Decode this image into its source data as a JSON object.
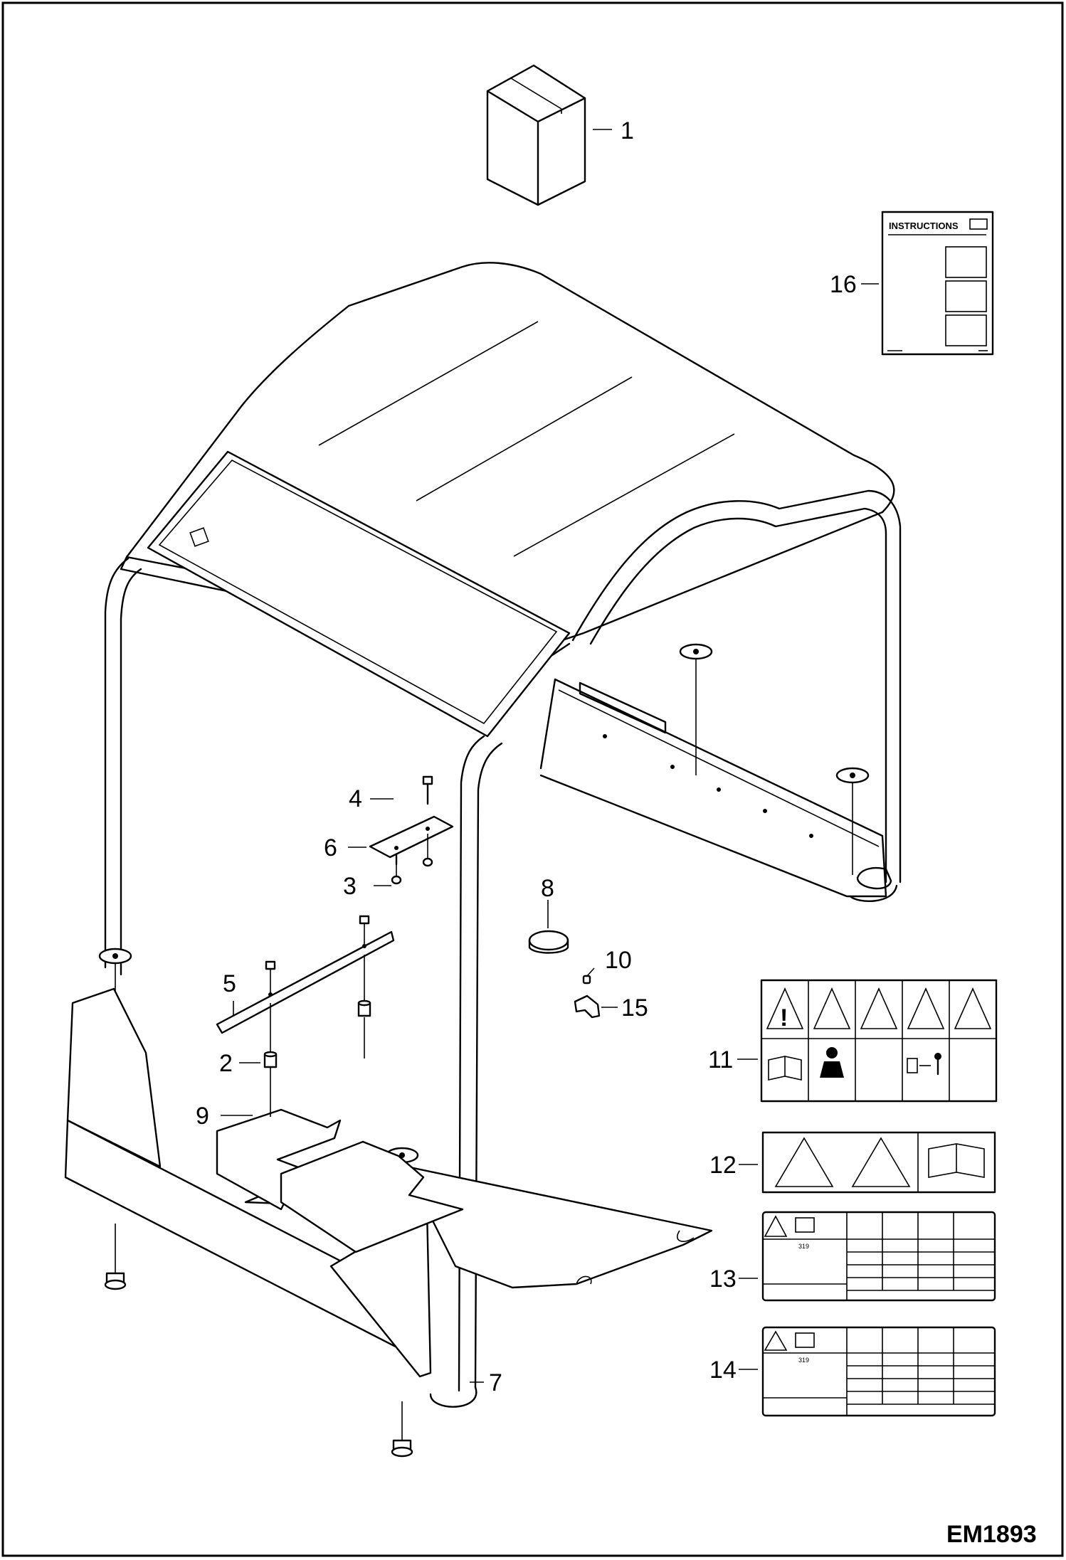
{
  "callouts": [
    {
      "id": "1",
      "text": "1"
    },
    {
      "id": "2",
      "text": "2"
    },
    {
      "id": "3",
      "text": "3"
    },
    {
      "id": "4",
      "text": "4"
    },
    {
      "id": "5",
      "text": "5"
    },
    {
      "id": "6",
      "text": "6"
    },
    {
      "id": "7",
      "text": "7"
    },
    {
      "id": "8",
      "text": "8"
    },
    {
      "id": "9",
      "text": "9"
    },
    {
      "id": "10",
      "text": "10"
    },
    {
      "id": "11",
      "text": "11"
    },
    {
      "id": "12",
      "text": "12"
    },
    {
      "id": "13",
      "text": "13"
    },
    {
      "id": "14",
      "text": "14"
    },
    {
      "id": "15",
      "text": "15"
    },
    {
      "id": "16",
      "text": "16"
    }
  ],
  "instructions_label": "INSTRUCTIONS",
  "decal_model": "319",
  "drawing_number": "EM1893"
}
